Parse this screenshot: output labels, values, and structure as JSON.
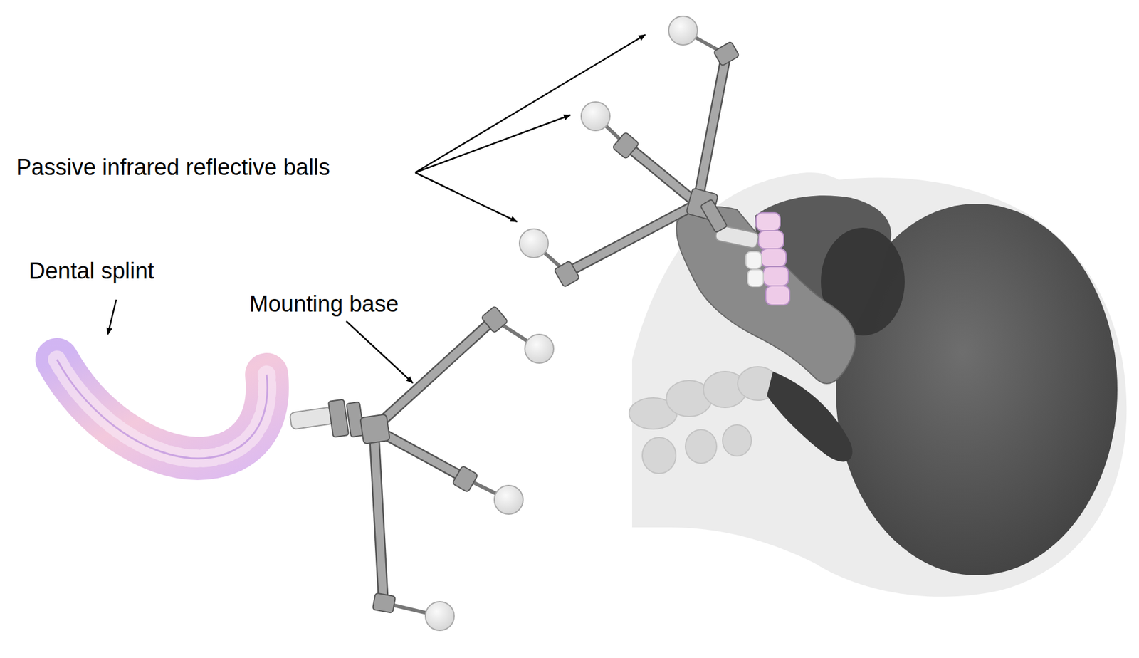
{
  "diagram": {
    "labels": [
      "Passive infrared reflective balls",
      "Dental splint",
      "Mounting base"
    ]
  }
}
